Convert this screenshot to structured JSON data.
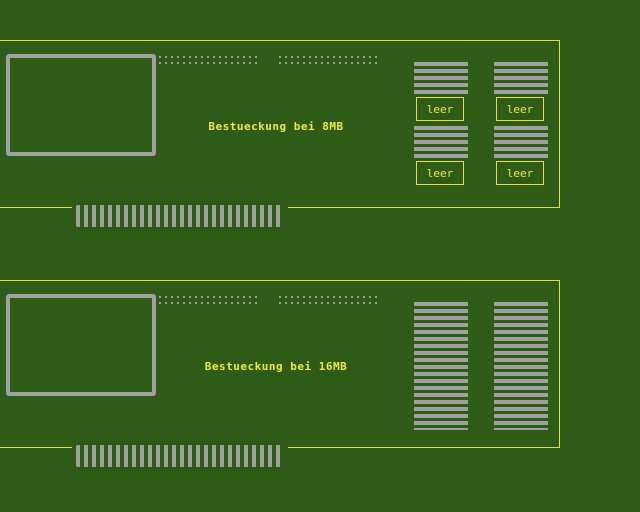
{
  "boards": [
    {
      "caption": "Bestueckung bei 8MB",
      "slot_labels": [
        "leer",
        "leer",
        "leer",
        "leer"
      ]
    },
    {
      "caption": "Bestueckung bei 16MB"
    }
  ],
  "colors": {
    "background": "#2e5b16",
    "board_outline": "#e8e040",
    "text": "#f0e838",
    "component_gray": "#a0a0a0"
  }
}
